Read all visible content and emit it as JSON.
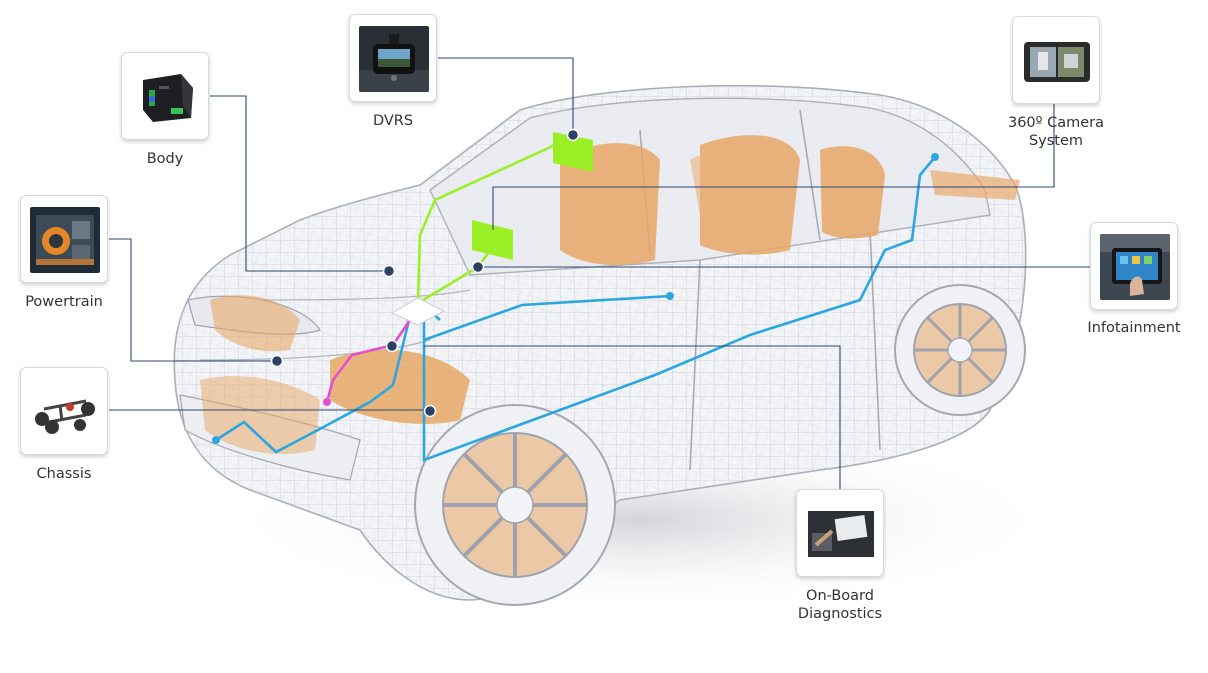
{
  "modules": [
    {
      "id": "dvrs",
      "label": "DVRS",
      "icon": "dashcam-icon"
    },
    {
      "id": "body",
      "label": "Body",
      "icon": "body-control-module-icon"
    },
    {
      "id": "camera360",
      "label": "360º Camera\nSystem",
      "icon": "camera-display-icon"
    },
    {
      "id": "powertrain",
      "label": "Powertrain",
      "icon": "engine-icon"
    },
    {
      "id": "infotainment",
      "label": "Infotainment",
      "icon": "tablet-icon"
    },
    {
      "id": "chassis",
      "label": "Chassis",
      "icon": "chassis-icon"
    },
    {
      "id": "obd",
      "label": "On-Board\nDiagnostics",
      "icon": "diagnostics-icon"
    }
  ],
  "colors": {
    "leader_line": "#2c4770",
    "node_dot": "#2e4066",
    "can_bus": "#2aa7e0",
    "green_bus": "#9bef27",
    "pink_bus": "#e44fd0",
    "seats": "#e8a766",
    "wireframe": "#b8bcc8"
  }
}
